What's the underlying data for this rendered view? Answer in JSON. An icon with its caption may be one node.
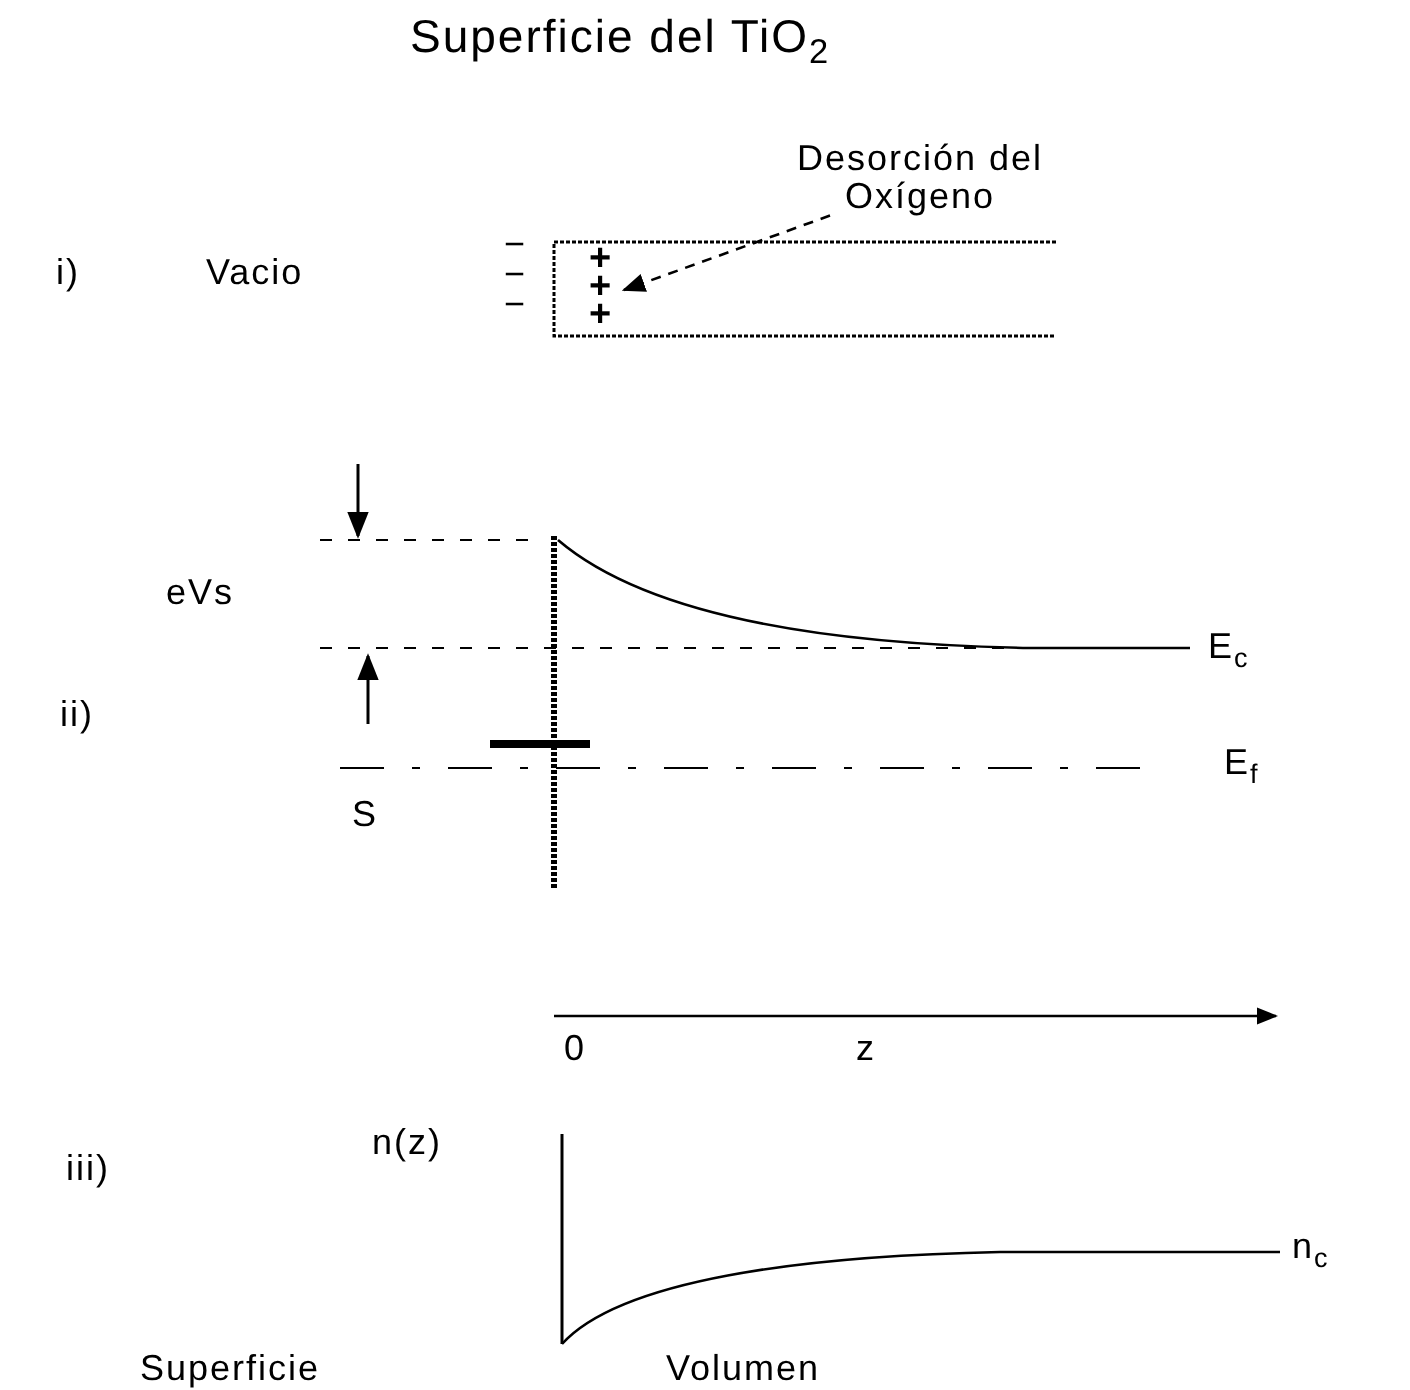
{
  "diagram": {
    "title": "Superficie del TiO$_{2}$",
    "nodes": [
      {
        "text": [
          "Desorción del Oxígeno"
        ]
      },
      {
        "text": [
          "+",
          "+",
          "+"
        ]
      }
    ],
    "edges": [
      {
        "from": 0,
        "to": 1,
        "arrow": "to",
        "style": "dashed"
      }
    ],
    "labels": [
      "i)",
      "Vacio",
      "−",
      "−",
      "−",
      "eVs",
      "E$_{c}$",
      "ii)",
      "E$_{f}$",
      "S",
      "0",
      "z",
      "iii)",
      "n(z)",
      "n$_{c}$",
      "Superficie",
      "Volumen"
    ]
  }
}
